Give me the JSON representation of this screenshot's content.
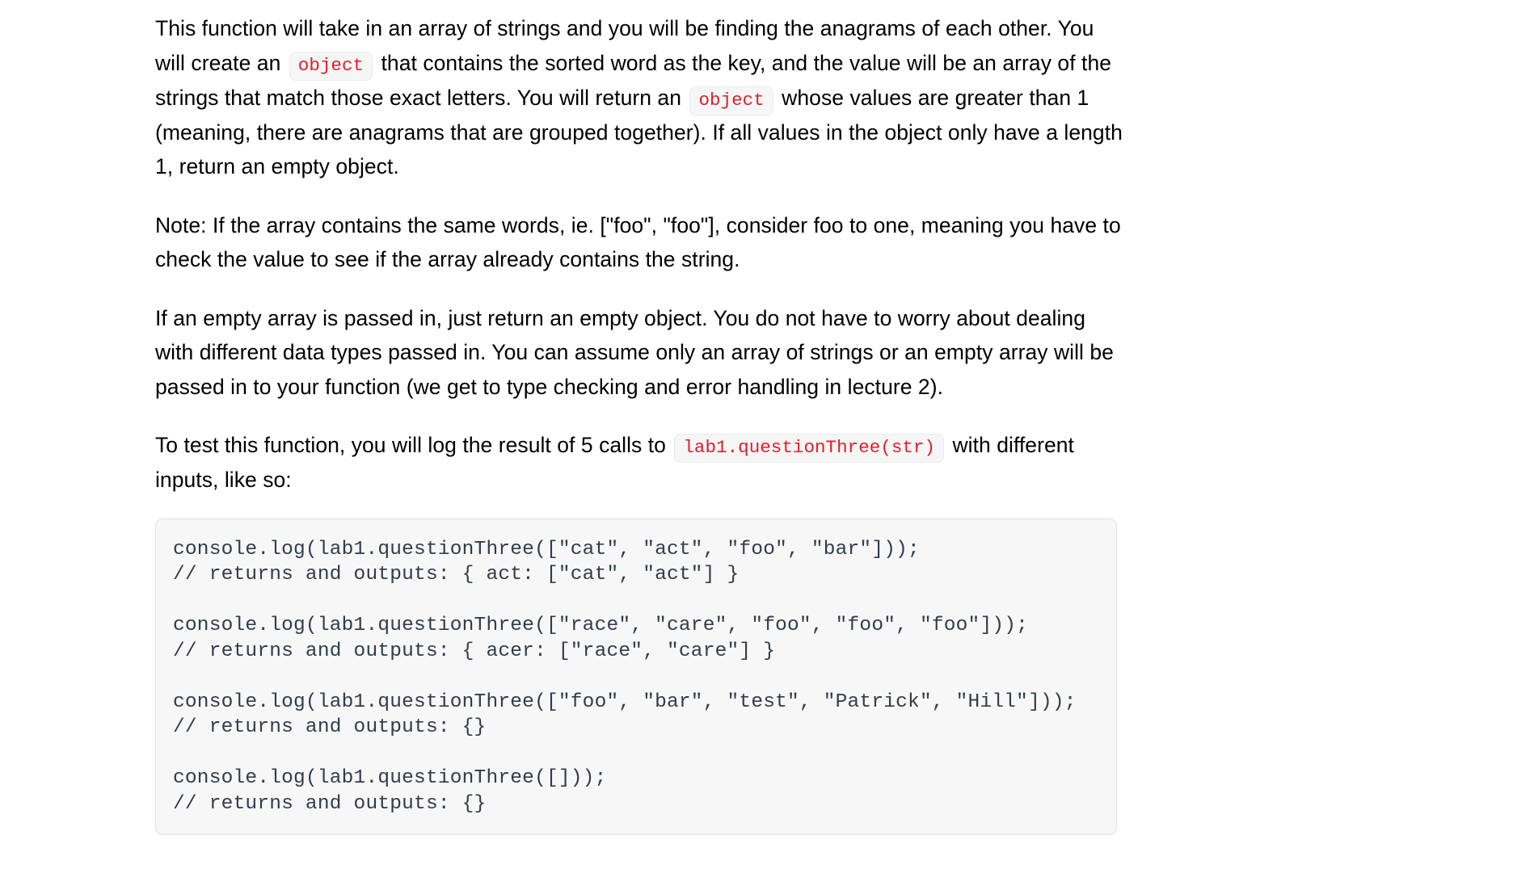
{
  "document": {
    "paragraphs": [
      {
        "id": "intro",
        "segments": [
          {
            "type": "text",
            "value": "This function will take in an array of strings and you will be finding the anagrams of each other. You will create an "
          },
          {
            "type": "code",
            "value": "object"
          },
          {
            "type": "text",
            "value": " that contains the sorted word as the key, and the value will be an array of the strings that match those exact letters. You will return an "
          },
          {
            "type": "code",
            "value": "object"
          },
          {
            "type": "text",
            "value": " whose values are greater than 1 (meaning, there are anagrams that are grouped together). If all values in the object only have a length 1, return an empty object."
          }
        ]
      },
      {
        "id": "note",
        "segments": [
          {
            "type": "text",
            "value": "Note: If the array contains the same words, ie. [\"foo\", \"foo\"], consider foo to one, meaning you have to check the value to see if the array already contains the string."
          }
        ]
      },
      {
        "id": "empty-array",
        "segments": [
          {
            "type": "text",
            "value": "If an empty array is passed in, just return an empty object.  You do not have to worry about dealing with different data types passed in. You can assume only an array of strings or an empty array will be passed in to your function (we get to type checking and error handling in lecture 2)."
          }
        ]
      },
      {
        "id": "test-intro",
        "segments": [
          {
            "type": "text",
            "value": "To test this function, you will log the result of 5 calls to "
          },
          {
            "type": "code",
            "value": "lab1.questionThree(str)"
          },
          {
            "type": "text",
            "value": " with different inputs, like so:"
          }
        ]
      }
    ],
    "code_block": {
      "language": "javascript",
      "lines": [
        "console.log(lab1.questionThree([\"cat\", \"act\", \"foo\", \"bar\"]));",
        "// returns and outputs: { act: [\"cat\", \"act\"] }",
        "",
        "console.log(lab1.questionThree([\"race\", \"care\", \"foo\", \"foo\", \"foo\"]));",
        "// returns and outputs: { acer: [\"race\", \"care\"] }",
        "",
        "console.log(lab1.questionThree([\"foo\", \"bar\", \"test\", \"Patrick\", \"Hill\"]));",
        "// returns and outputs: {}",
        "",
        "console.log(lab1.questionThree([]));",
        "// returns and outputs: {}"
      ]
    }
  },
  "colors": {
    "page_background": "#ffffff",
    "body_text": "#000000",
    "inline_code_text": "#e01e29",
    "inline_code_background": "#f6f6f6",
    "code_block_background": "#f7f7f7",
    "code_block_border": "#e2e2e2",
    "code_block_text": "#2f3d4c"
  }
}
